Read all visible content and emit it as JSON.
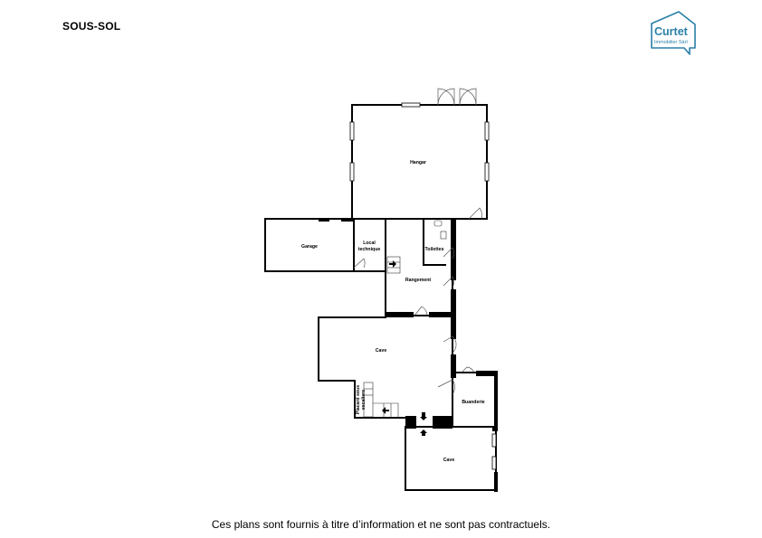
{
  "floor": {
    "title": "SOUS-SOL"
  },
  "brand": {
    "name": "Curtet",
    "subtitle": "Immobilier Sàrl",
    "color": "#2a7fa8"
  },
  "rooms": {
    "hangar": "Hangar",
    "garage": "Garage",
    "local_technique_line1": "Local",
    "local_technique_line2": "technique",
    "toilettes": "Toilettes",
    "rangement": "Rangement",
    "cave_main": "Cave",
    "placard_line1": "Placard sous",
    "placard_line2": "escaliers",
    "buanderie": "Buanderie",
    "cave_lower": "Cave"
  },
  "footer": {
    "disclaimer": "Ces plans sont fournis à titre d’information et ne sont pas contractuels."
  }
}
